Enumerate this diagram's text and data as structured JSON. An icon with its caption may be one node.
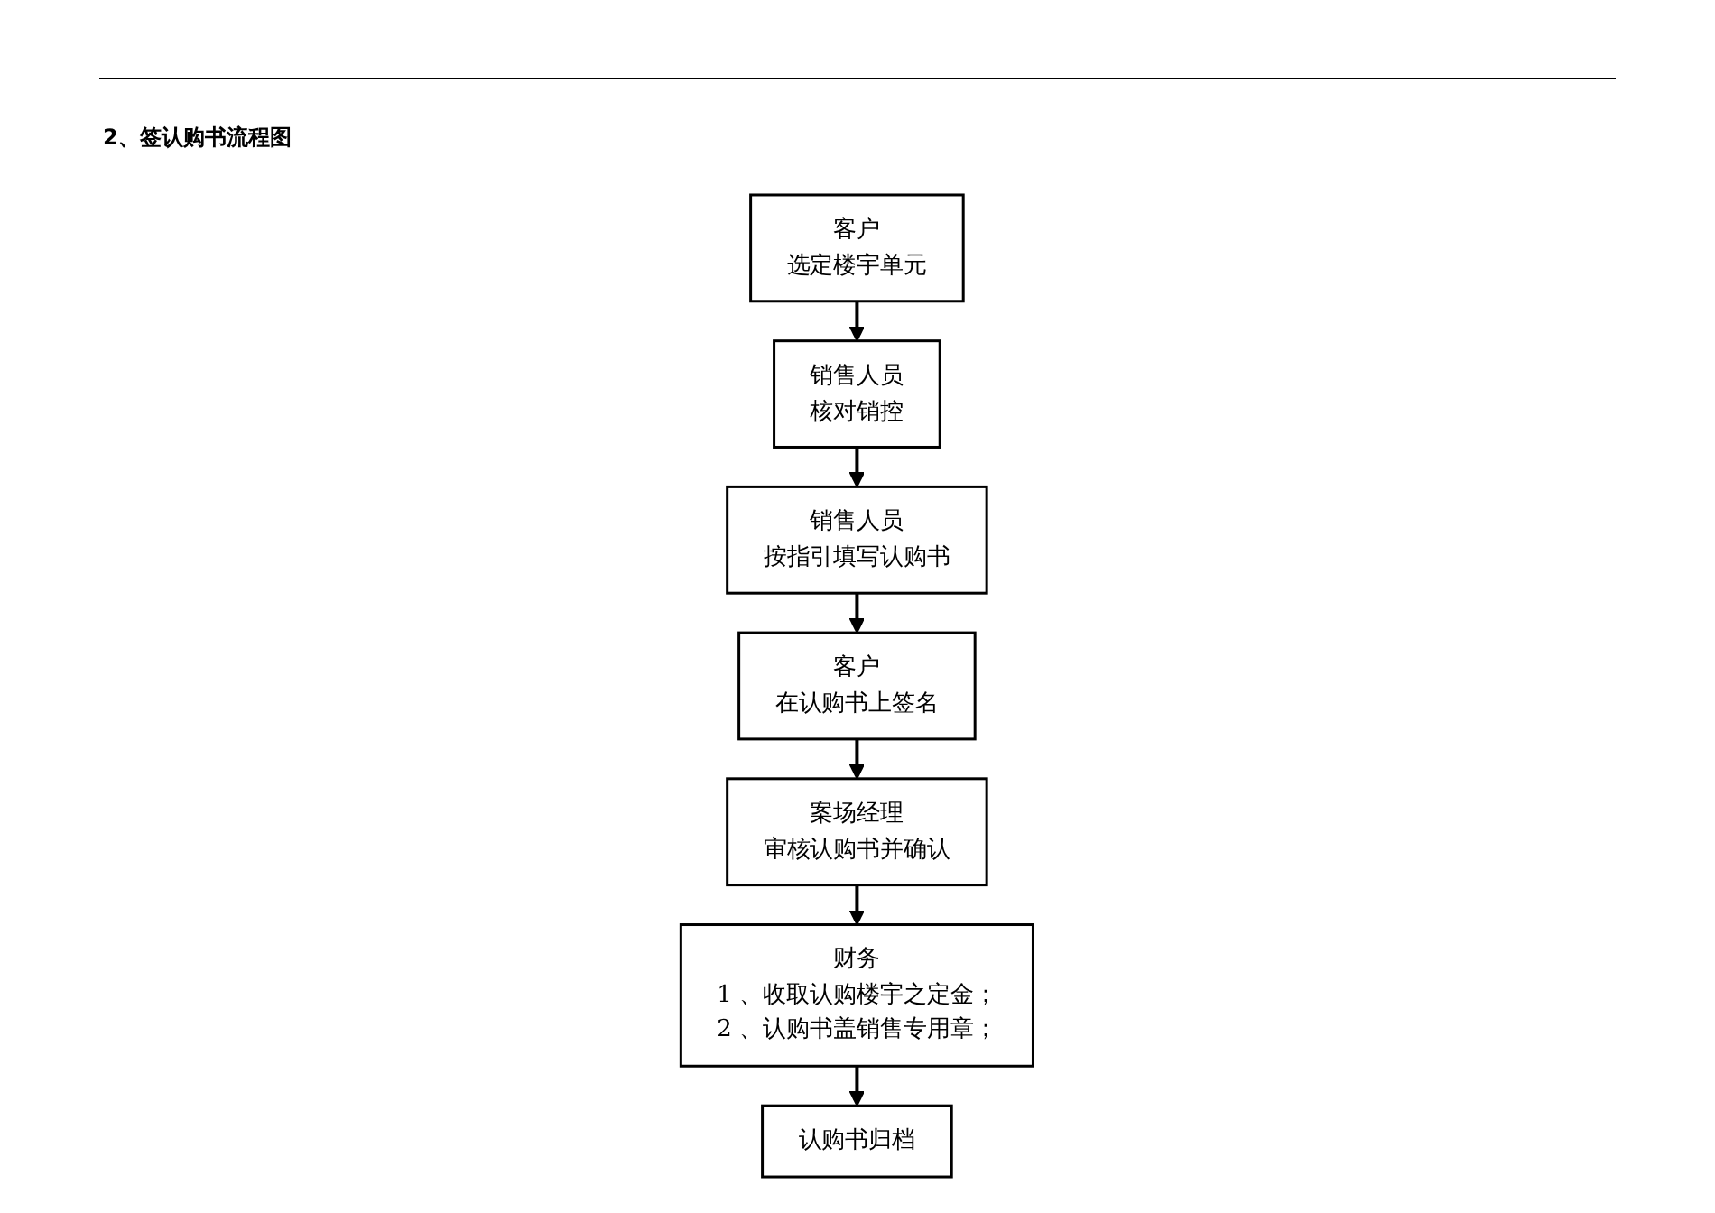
{
  "diagram": {
    "title": "2、签认购书流程图",
    "nodes": [
      {
        "text": [
          "客户",
          "选定楼宇单元"
        ]
      },
      {
        "text": [
          "销售人员",
          "核对销控"
        ]
      },
      {
        "text": [
          "销售人员",
          "按指引填写认购书"
        ]
      },
      {
        "text": [
          "客户",
          "在认购书上签名"
        ]
      },
      {
        "text": [
          "案场经理",
          "审核认购书并确认"
        ]
      },
      {
        "text": [
          "财务",
          "1 、收取认购楼宇之定金；",
          "2 、认购书盖销售专用章；"
        ]
      },
      {
        "text": [
          "认购书归档"
        ]
      }
    ],
    "edges": [
      {
        "from": 0,
        "to": 1,
        "arrow": "to"
      },
      {
        "from": 1,
        "to": 2,
        "arrow": "to"
      },
      {
        "from": 2,
        "to": 3,
        "arrow": "to"
      },
      {
        "from": 3,
        "to": 4,
        "arrow": "to"
      },
      {
        "from": 4,
        "to": 5,
        "arrow": "to"
      },
      {
        "from": 5,
        "to": 6,
        "arrow": "to"
      }
    ]
  }
}
